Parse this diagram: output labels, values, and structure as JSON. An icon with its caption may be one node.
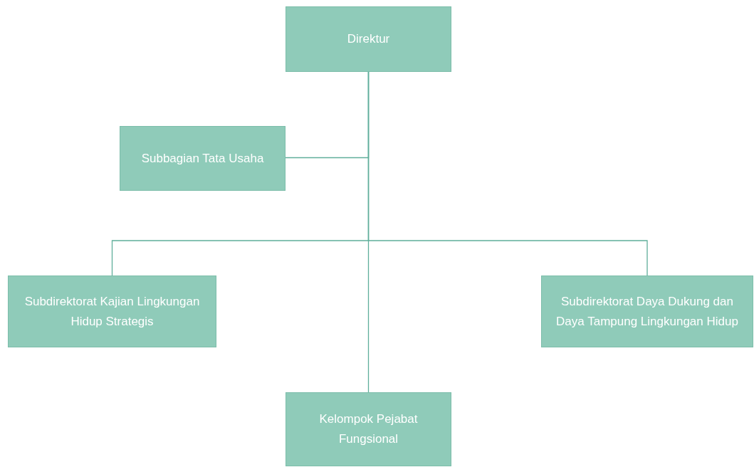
{
  "diagram": {
    "nodes": [
      {
        "text": [
          "Direktur"
        ]
      },
      {
        "text": [
          "Subbagian Tata Usaha"
        ]
      },
      {
        "text": [
          "Subdirektorat Kajian Lingkungan Hidup Strategis"
        ]
      },
      {
        "text": [
          "Subdirektorat Daya Dukung dan Daya Tampung Lingkungan Hidup"
        ]
      },
      {
        "text": [
          "Kelompok Pejabat Fungsional"
        ]
      }
    ],
    "edges": [
      {
        "from": 0,
        "to": 1,
        "arrow": "none"
      },
      {
        "from": 0,
        "to": 2,
        "arrow": "none"
      },
      {
        "from": 0,
        "to": 3,
        "arrow": "none"
      },
      {
        "from": 0,
        "to": 4,
        "arrow": "none"
      }
    ]
  }
}
